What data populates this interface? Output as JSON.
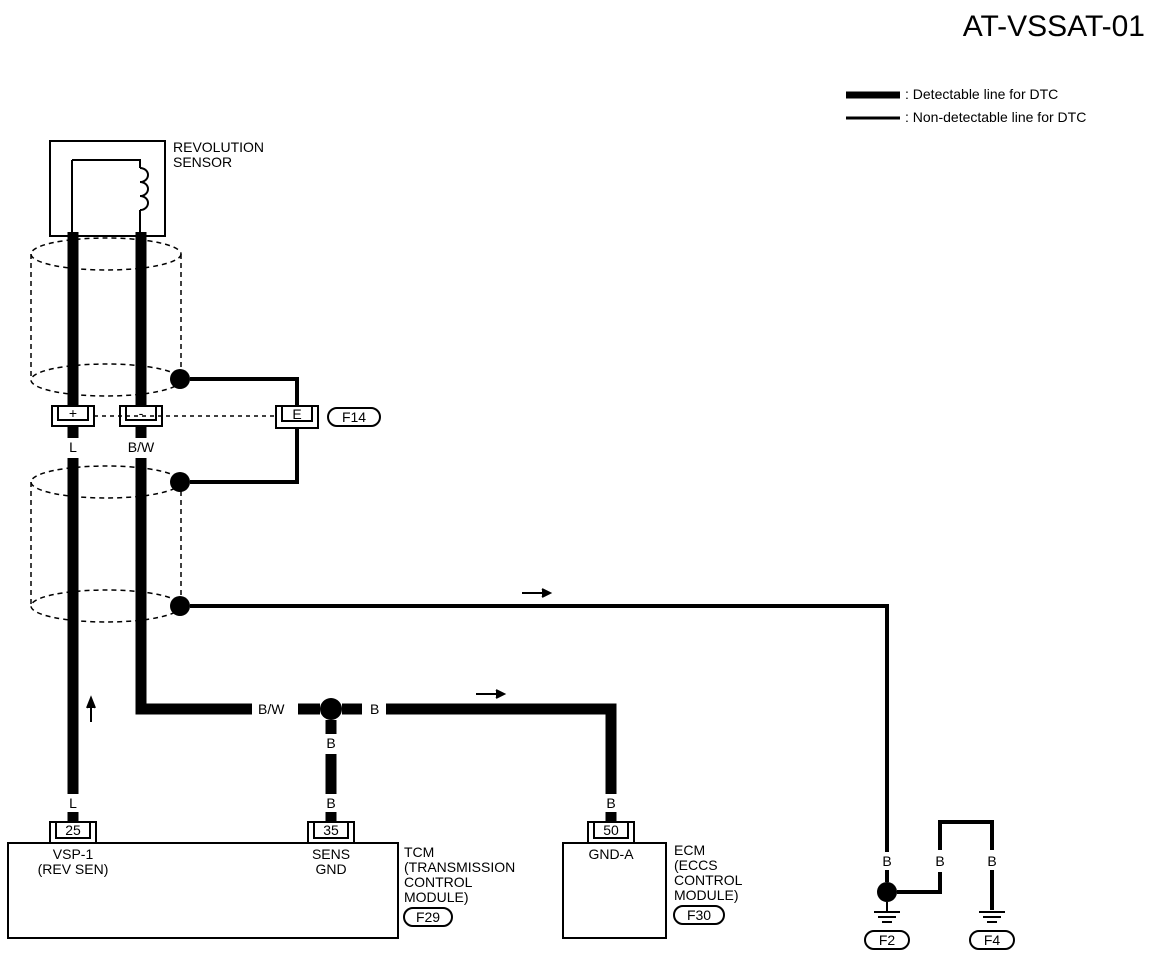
{
  "title": "AT-VSSAT-01",
  "legend": [
    {
      "label": ": Detectable line for DTC"
    },
    {
      "label": ": Non-detectable line for DTC"
    }
  ],
  "sensor": {
    "name_line1": "REVOLUTION",
    "name_line2": "SENSOR"
  },
  "sensor_pins": {
    "plus": "+",
    "minus": "-",
    "shield": "E",
    "connector": "F14"
  },
  "wire_colors": {
    "sensor_plus": "L",
    "sensor_minus": "B/W",
    "branch_left": "B/W",
    "branch_right": "B",
    "tcm_35": "B",
    "tcm_25": "L",
    "ecm_50": "B",
    "ground_f2": "B",
    "ground_f4_a": "B",
    "ground_f4_b": "B"
  },
  "tcm": {
    "pin_vsp": "25",
    "pin_gnd": "35",
    "vsp_label_1": "VSP-1",
    "vsp_label_2": "(REV SEN)",
    "gnd_label_1": "SENS",
    "gnd_label_2": "GND",
    "name_1": "TCM",
    "name_2": "(TRANSMISSION",
    "name_3": "CONTROL",
    "name_4": "MODULE)",
    "connector": "F29"
  },
  "ecm": {
    "pin": "50",
    "pin_label": "GND-A",
    "name_1": "ECM",
    "name_2": "(ECCS",
    "name_3": "CONTROL",
    "name_4": "MODULE)",
    "connector": "F30"
  },
  "grounds": {
    "g1": "F2",
    "g2": "F4"
  }
}
